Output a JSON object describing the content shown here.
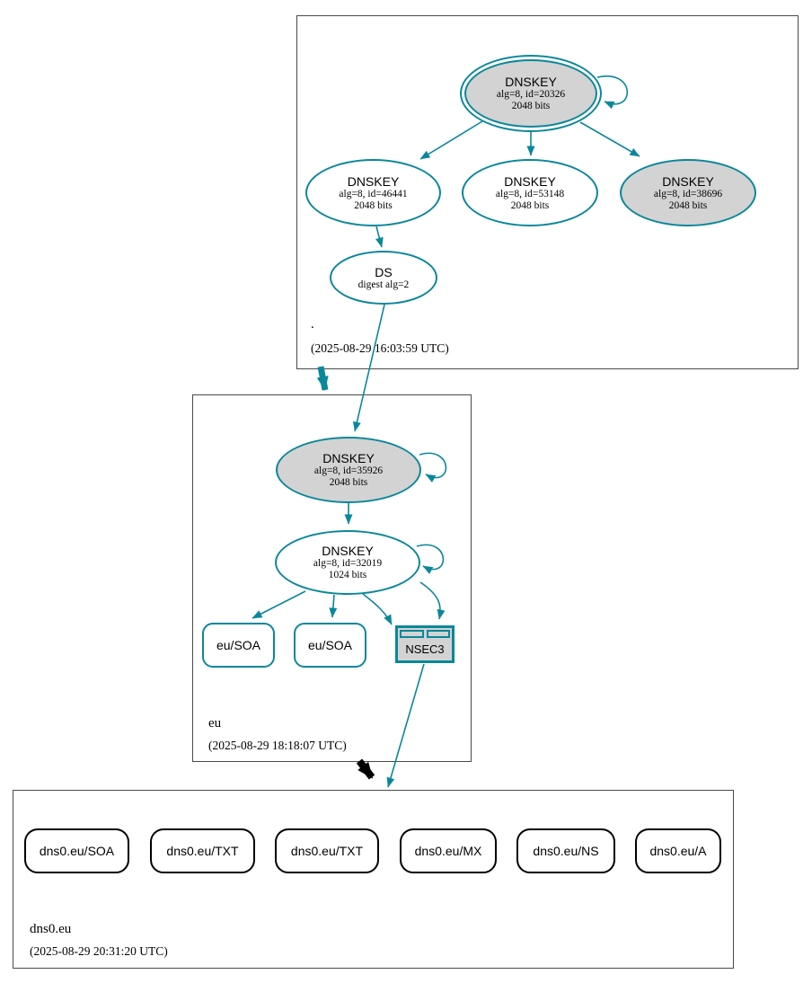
{
  "colors": {
    "teal": "#0a879a",
    "node_fill_gray": "#d3d3d3",
    "edge_black": "#000000",
    "zone_border": "#4a4a4a"
  },
  "zones": {
    "root": {
      "label": ".",
      "timestamp": "(2025-08-29 16:03:59 UTC)",
      "ksk": {
        "title": "DNSKEY",
        "detail1": "alg=8, id=20326",
        "detail2": "2048 bits"
      },
      "key46441": {
        "title": "DNSKEY",
        "detail1": "alg=8, id=46441",
        "detail2": "2048 bits"
      },
      "key53148": {
        "title": "DNSKEY",
        "detail1": "alg=8, id=53148",
        "detail2": "2048 bits"
      },
      "key38696": {
        "title": "DNSKEY",
        "detail1": "alg=8, id=38696",
        "detail2": "2048 bits"
      },
      "ds": {
        "title": "DS",
        "detail1": "digest alg=2"
      }
    },
    "eu": {
      "label": "eu",
      "timestamp": "(2025-08-29 18:18:07 UTC)",
      "key35926": {
        "title": "DNSKEY",
        "detail1": "alg=8, id=35926",
        "detail2": "2048 bits"
      },
      "key32019": {
        "title": "DNSKEY",
        "detail1": "alg=8, id=32019",
        "detail2": "1024 bits"
      },
      "soa1": {
        "label": "eu/SOA"
      },
      "soa2": {
        "label": "eu/SOA"
      },
      "nsec3": {
        "label": "NSEC3"
      }
    },
    "dns0eu": {
      "label": "dns0.eu",
      "timestamp": "(2025-08-29 20:31:20 UTC)",
      "rrsets": [
        {
          "label": "dns0.eu/SOA"
        },
        {
          "label": "dns0.eu/TXT"
        },
        {
          "label": "dns0.eu/TXT"
        },
        {
          "label": "dns0.eu/MX"
        },
        {
          "label": "dns0.eu/NS"
        },
        {
          "label": "dns0.eu/A"
        }
      ]
    }
  }
}
